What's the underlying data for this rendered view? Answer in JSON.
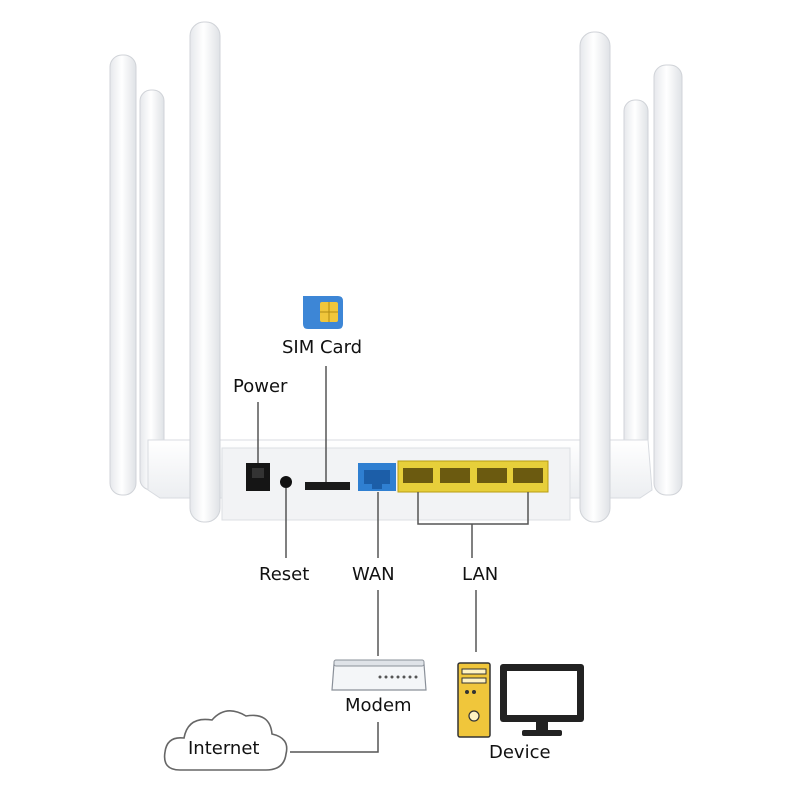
{
  "labels": {
    "sim_card": "SIM Card",
    "power": "Power",
    "reset": "Reset",
    "wan": "WAN",
    "lan": "LAN",
    "modem": "Modem",
    "internet": "Internet",
    "device": "Device"
  },
  "icons": {
    "sim": "sim-card-icon",
    "modem": "modem-icon",
    "cloud": "cloud-icon",
    "pc_tower": "pc-tower-icon",
    "monitor": "monitor-icon"
  },
  "colors": {
    "router_body": "#f4f5f7",
    "wan_port": "#2f7fd1",
    "lan_port": "#e7cf3a",
    "sim_card": "#3d86d6",
    "sim_chip": "#f0c63b",
    "line": "#555555",
    "monitor": "#222222"
  }
}
